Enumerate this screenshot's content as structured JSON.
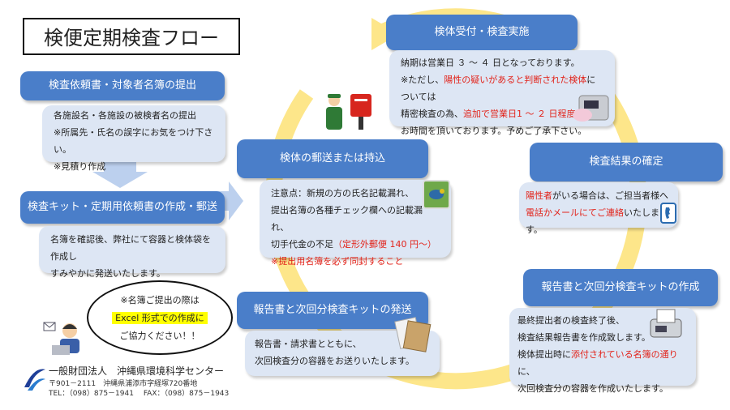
{
  "title": "検便定期検査フロー",
  "steps": {
    "request": {
      "header": "検査依頼書・対象者名簿の提出",
      "lines": [
        "各施設名・各施設の被検者名の提出",
        "※所属先・氏名の誤字にお気をつけ下さい。",
        "※見積り作成"
      ]
    },
    "kit": {
      "header": "検査キット・定期用依頼書の作成・郵送",
      "lines": [
        "名簿を確認後、弊社にて容器と検体袋を作成し",
        "すみやかに発送いたします。"
      ]
    },
    "mail": {
      "header": "検体の郵送または持込",
      "line1": "注意点：新規の方の氏名記載漏れ、",
      "line2": "提出名簿の各種チェック欄への記載漏れ、",
      "line3_a": "切手代金の不足",
      "line3_b": "（定形外郵便 140 円～）",
      "line4": "※提出用名簿を必ず同封すること"
    },
    "reception": {
      "header": "検体受付・検査実施",
      "line1": "納期は営業日 ３ ～ ４ 日となっております。",
      "line2_a": "※ただし、",
      "line2_b": "陽性の疑いがあると判断された検体",
      "line2_c": "については",
      "line3_a": "精密検査の為、",
      "line3_b": "追加で営業日1 ～ ２ 日程度",
      "line4": "お時間を頂いております。予めご了承下さい。"
    },
    "confirm": {
      "header": "検査結果の確定",
      "line1_a": "陽性者",
      "line1_b": "がいる場合は、ご担当者様へ",
      "line2": "電話かメールにてご連絡",
      "line2_b": "いたします。"
    },
    "report_make": {
      "header": "報告書と次回分検査キットの作成",
      "line1": "最終提出者の検査終了後、",
      "line2": "検査結果報告書を作成致します。",
      "line3_a": "検体提出時に",
      "line3_b": "添付されている名簿の通り",
      "line3_c": "に、",
      "line4": "次回検査分の容器を作成いたします。"
    },
    "report_send": {
      "header": "報告書と次回分検査キットの発送",
      "line1": "報告書・請求書とともに、",
      "line2": "次回検査分の容器をお送りいたします。"
    }
  },
  "bubble": {
    "line1": "※名簿ご提出の際は",
    "line2": "Excel 形式での作成に",
    "line3": "ご協力ください！！"
  },
  "organization": {
    "name": "一般財団法人　沖縄県環境科学センター",
    "address": "〒901－2111　沖縄県浦添市字経塚720番地",
    "contact": "TEL：（098）875－1941　 FAX：（098）875－1943"
  },
  "colors": {
    "header_blue": "#4a7ec9",
    "card_blue": "#dde6f4",
    "cycle_yellow": "#fde68a",
    "accent_red": "#e2231a"
  }
}
